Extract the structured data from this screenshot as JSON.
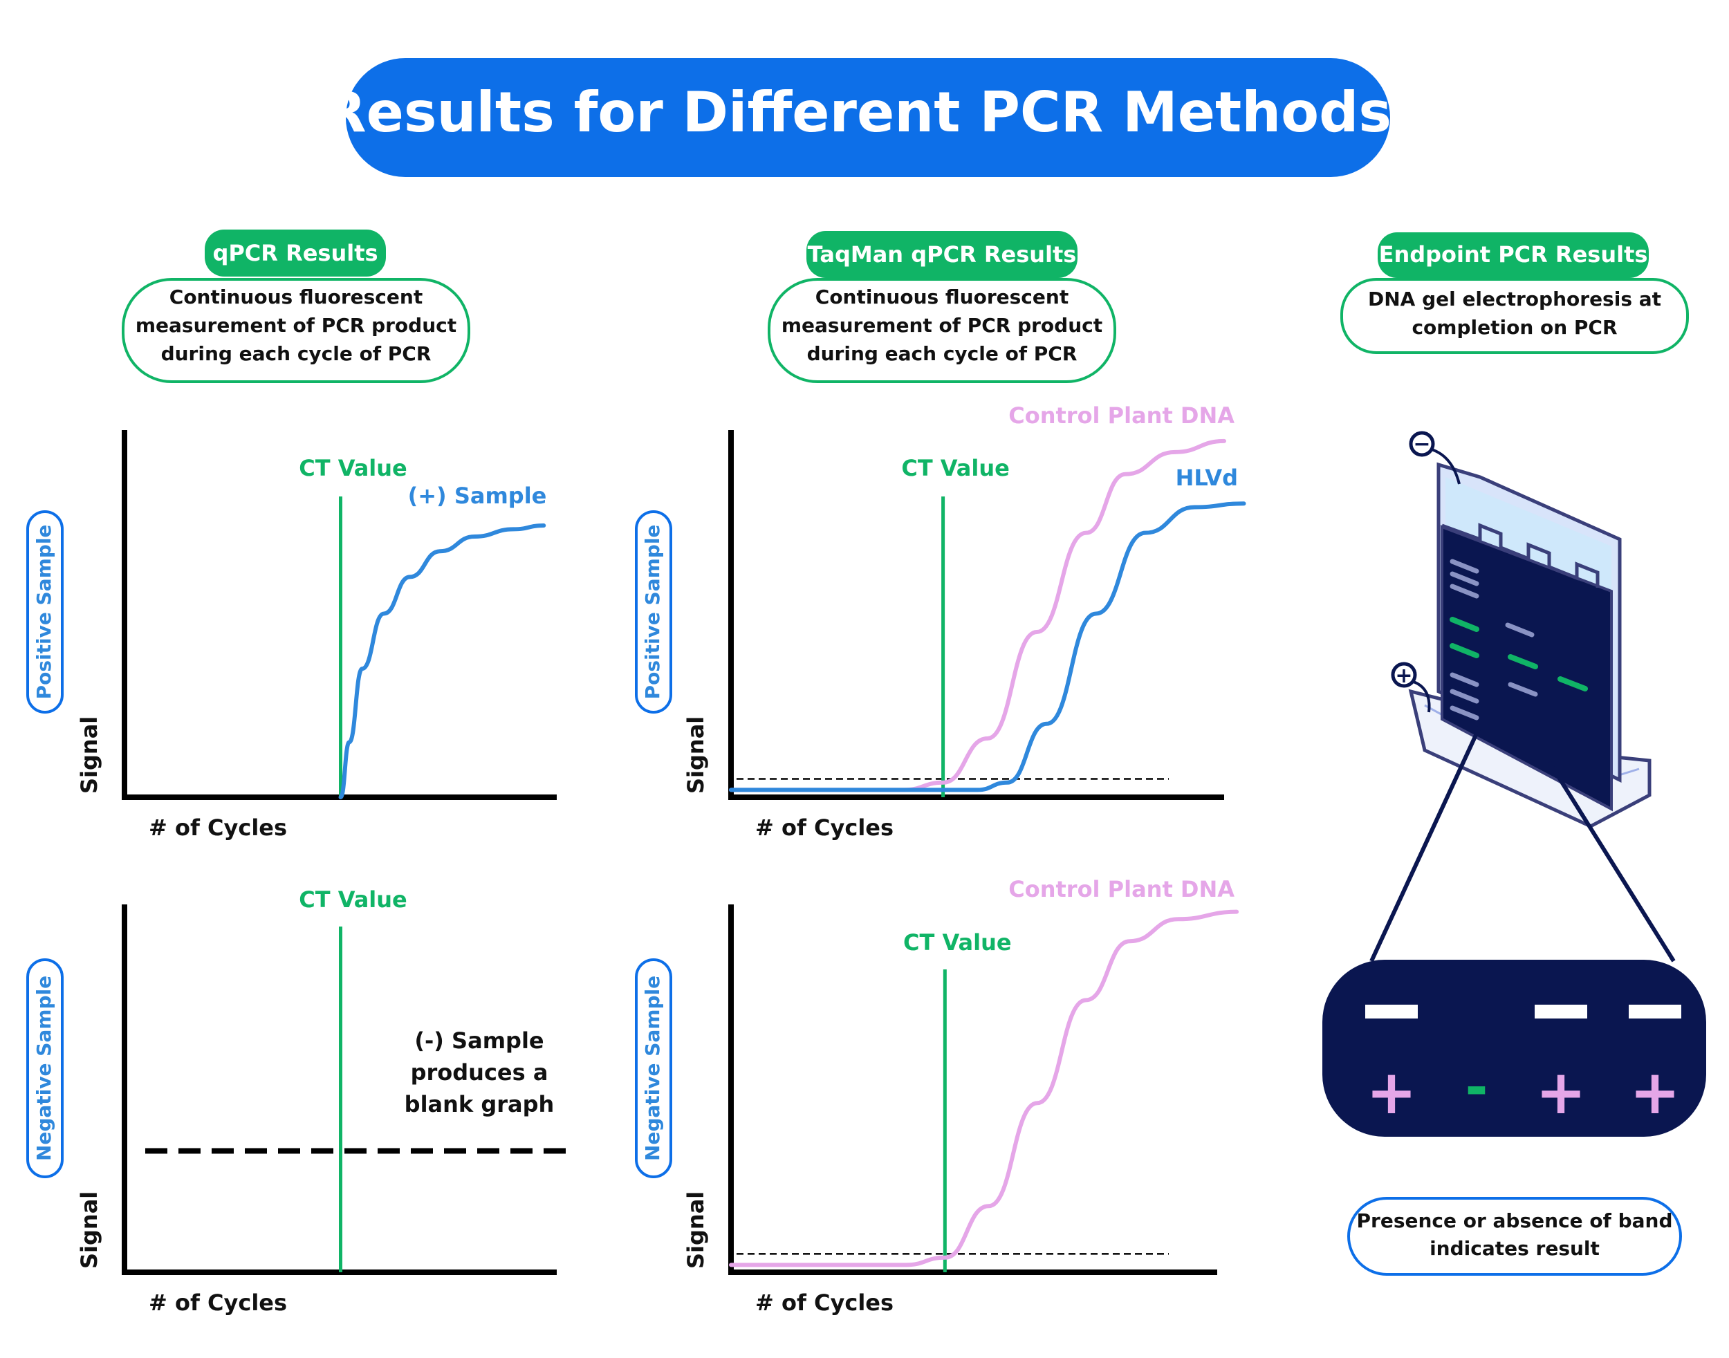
{
  "title": "Results for Different PCR Methods",
  "colors": {
    "brand_blue": "#0d6fe8",
    "green": "#10b466",
    "blue_curve": "#2f88dc",
    "pink_curve": "#e5a6e8",
    "navy": "#0a1650",
    "black": "#000000"
  },
  "columns": {
    "qpcr": {
      "header": "qPCR Results",
      "description_lines": [
        "Continuous fluorescent",
        "measurement of PCR product",
        "during each cycle of PCR"
      ]
    },
    "taqman": {
      "header": "TaqMan qPCR Results",
      "description_lines": [
        "Continuous fluorescent",
        "measurement of PCR product",
        "during each cycle of PCR"
      ]
    },
    "endpoint": {
      "header": "Endpoint PCR Results",
      "description_lines": [
        "DNA gel electrophoresis at",
        "completion on PCR"
      ],
      "gel_icon": "gel-electrophoresis-tank-icon",
      "electrode_negative_symbol": "−",
      "electrode_positive_symbol": "+",
      "band_results": [
        "+",
        "-",
        "+",
        "+"
      ],
      "bands_present": [
        true,
        false,
        true,
        true
      ],
      "caption_lines": [
        "Presence or absence of band",
        "indicates result"
      ]
    }
  },
  "row_labels": {
    "positive": "Positive Sample",
    "negative": "Negative Sample"
  },
  "chart_data": [
    {
      "id": "qpcr-positive",
      "type": "line",
      "xlabel": "# of Cycles",
      "ylabel": "Signal",
      "ct_label": "CT Value",
      "ct_x": 0.5,
      "series": [
        {
          "name": "(+) Sample",
          "color": "#2f88dc",
          "points": [
            [
              0.5,
              0.0
            ],
            [
              0.52,
              0.15
            ],
            [
              0.55,
              0.35
            ],
            [
              0.6,
              0.5
            ],
            [
              0.66,
              0.6
            ],
            [
              0.73,
              0.67
            ],
            [
              0.81,
              0.71
            ],
            [
              0.9,
              0.73
            ],
            [
              0.97,
              0.74
            ]
          ]
        }
      ]
    },
    {
      "id": "taqman-positive",
      "type": "line",
      "xlabel": "# of Cycles",
      "ylabel": "Signal",
      "ct_label": "CT Value",
      "ct_x": 0.43,
      "threshold": 0.05,
      "series": [
        {
          "name": "Control Plant DNA",
          "color": "#e5a6e8",
          "points": [
            [
              0.0,
              0.02
            ],
            [
              0.35,
              0.02
            ],
            [
              0.43,
              0.04
            ],
            [
              0.52,
              0.16
            ],
            [
              0.62,
              0.45
            ],
            [
              0.72,
              0.72
            ],
            [
              0.8,
              0.88
            ],
            [
              0.9,
              0.94
            ],
            [
              1.0,
              0.97
            ]
          ]
        },
        {
          "name": "HLVd",
          "color": "#2f88dc",
          "points": [
            [
              0.0,
              0.02
            ],
            [
              0.5,
              0.02
            ],
            [
              0.56,
              0.04
            ],
            [
              0.64,
              0.2
            ],
            [
              0.74,
              0.5
            ],
            [
              0.84,
              0.72
            ],
            [
              0.94,
              0.79
            ],
            [
              1.04,
              0.8
            ]
          ]
        }
      ]
    },
    {
      "id": "qpcr-negative",
      "type": "line",
      "xlabel": "# of Cycles",
      "ylabel": "Signal",
      "ct_label": "CT Value",
      "ct_x": 0.5,
      "threshold": 0.33,
      "annotation_lines": [
        "(-) Sample",
        "produces a",
        "blank graph"
      ],
      "series": []
    },
    {
      "id": "taqman-negative",
      "type": "line",
      "xlabel": "# of Cycles",
      "ylabel": "Signal",
      "ct_label": "CT Value",
      "ct_x": 0.44,
      "threshold": 0.05,
      "series": [
        {
          "name": "Control Plant DNA",
          "color": "#e5a6e8",
          "points": [
            [
              0.0,
              0.02
            ],
            [
              0.36,
              0.02
            ],
            [
              0.44,
              0.04
            ],
            [
              0.53,
              0.18
            ],
            [
              0.63,
              0.46
            ],
            [
              0.73,
              0.74
            ],
            [
              0.82,
              0.9
            ],
            [
              0.92,
              0.96
            ],
            [
              1.04,
              0.98
            ]
          ]
        }
      ]
    }
  ]
}
